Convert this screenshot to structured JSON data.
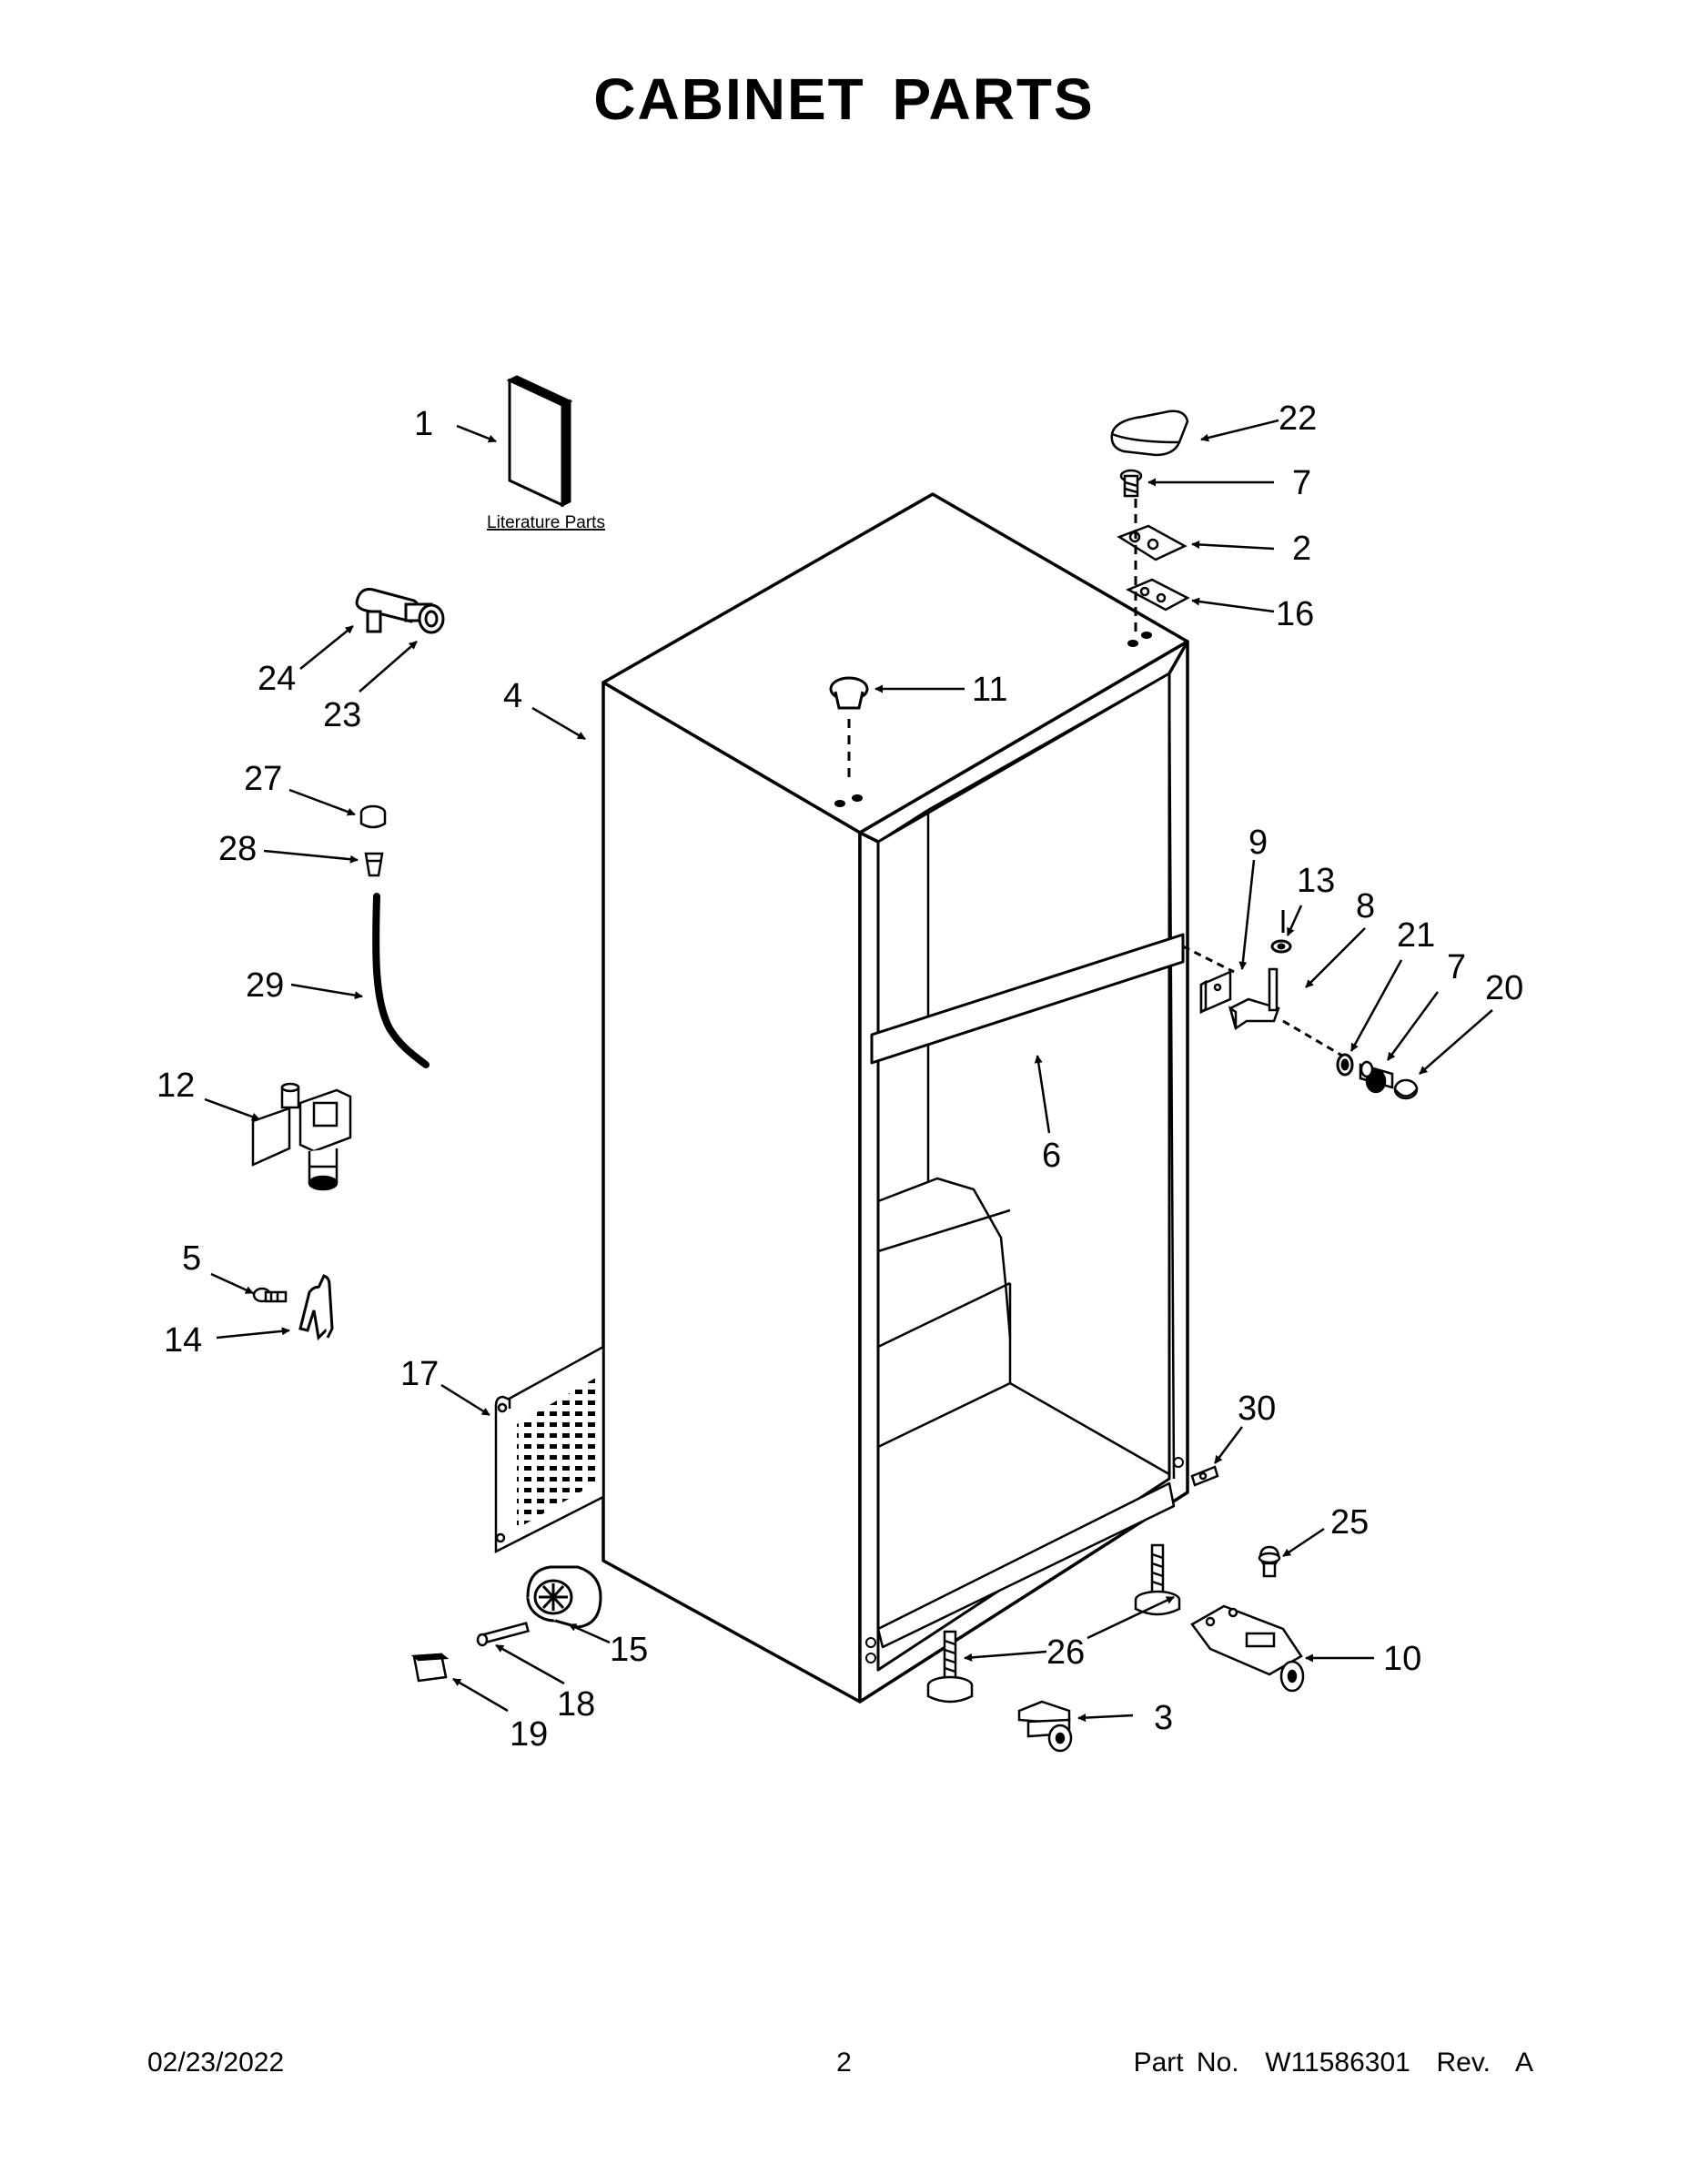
{
  "title": "CABINET PARTS",
  "literature_label": "Literature Parts",
  "callouts": [
    {
      "id": "c1",
      "label": "1"
    },
    {
      "id": "c22",
      "label": "22"
    },
    {
      "id": "c7a",
      "label": "7"
    },
    {
      "id": "c2",
      "label": "2"
    },
    {
      "id": "c16",
      "label": "16"
    },
    {
      "id": "c24",
      "label": "24"
    },
    {
      "id": "c23",
      "label": "23"
    },
    {
      "id": "c4",
      "label": "4"
    },
    {
      "id": "c11",
      "label": "11"
    },
    {
      "id": "c27",
      "label": "27"
    },
    {
      "id": "c28",
      "label": "28"
    },
    {
      "id": "c29",
      "label": "29"
    },
    {
      "id": "c9",
      "label": "9"
    },
    {
      "id": "c13",
      "label": "13"
    },
    {
      "id": "c8",
      "label": "8"
    },
    {
      "id": "c21",
      "label": "21"
    },
    {
      "id": "c7b",
      "label": "7"
    },
    {
      "id": "c20",
      "label": "20"
    },
    {
      "id": "c12",
      "label": "12"
    },
    {
      "id": "c6",
      "label": "6"
    },
    {
      "id": "c5",
      "label": "5"
    },
    {
      "id": "c14",
      "label": "14"
    },
    {
      "id": "c17",
      "label": "17"
    },
    {
      "id": "c30",
      "label": "30"
    },
    {
      "id": "c25",
      "label": "25"
    },
    {
      "id": "c15",
      "label": "15"
    },
    {
      "id": "c26",
      "label": "26"
    },
    {
      "id": "c10",
      "label": "10"
    },
    {
      "id": "c18",
      "label": "18"
    },
    {
      "id": "c3",
      "label": "3"
    },
    {
      "id": "c19",
      "label": "19"
    }
  ],
  "footer": {
    "date": "02/23/2022",
    "page": "2",
    "part_number": "Part No.  W11586301  Rev.  A"
  }
}
